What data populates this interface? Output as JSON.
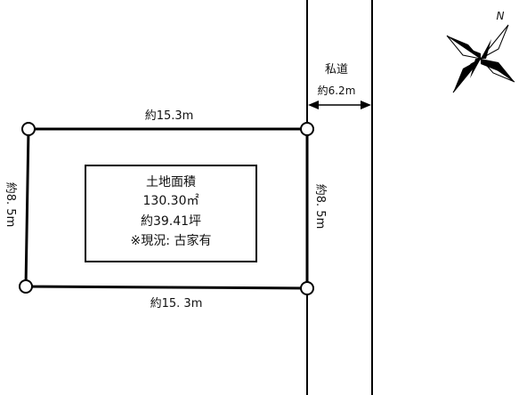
{
  "plot": {
    "top_dimension": "約15.3m",
    "bottom_dimension": "約15. 3m",
    "left_dimension": "約8. 5m",
    "right_dimension": "約8. 5m"
  },
  "info": {
    "line1": "土地面積",
    "line2": "130.30㎡",
    "line3": "約39.41坪",
    "line4": "※現況: 古家有"
  },
  "road": {
    "name": "私道",
    "width": "約6.2m"
  },
  "compass": {
    "north_label": "N"
  },
  "colors": {
    "line": "#000000",
    "background": "#ffffff"
  }
}
